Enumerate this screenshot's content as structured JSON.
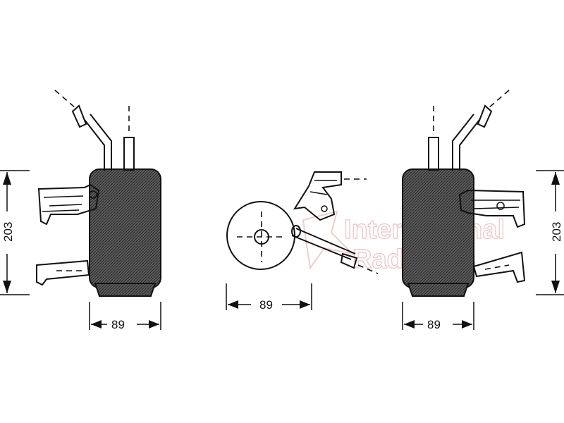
{
  "dimensions": {
    "left_height": "203",
    "left_width": "89",
    "center_width": "89",
    "right_height": "203",
    "right_width": "89"
  },
  "watermark": {
    "line1": "International",
    "line2": "Radiators"
  },
  "colors": {
    "line": "#111111",
    "watermark": "#e6b9b9"
  }
}
